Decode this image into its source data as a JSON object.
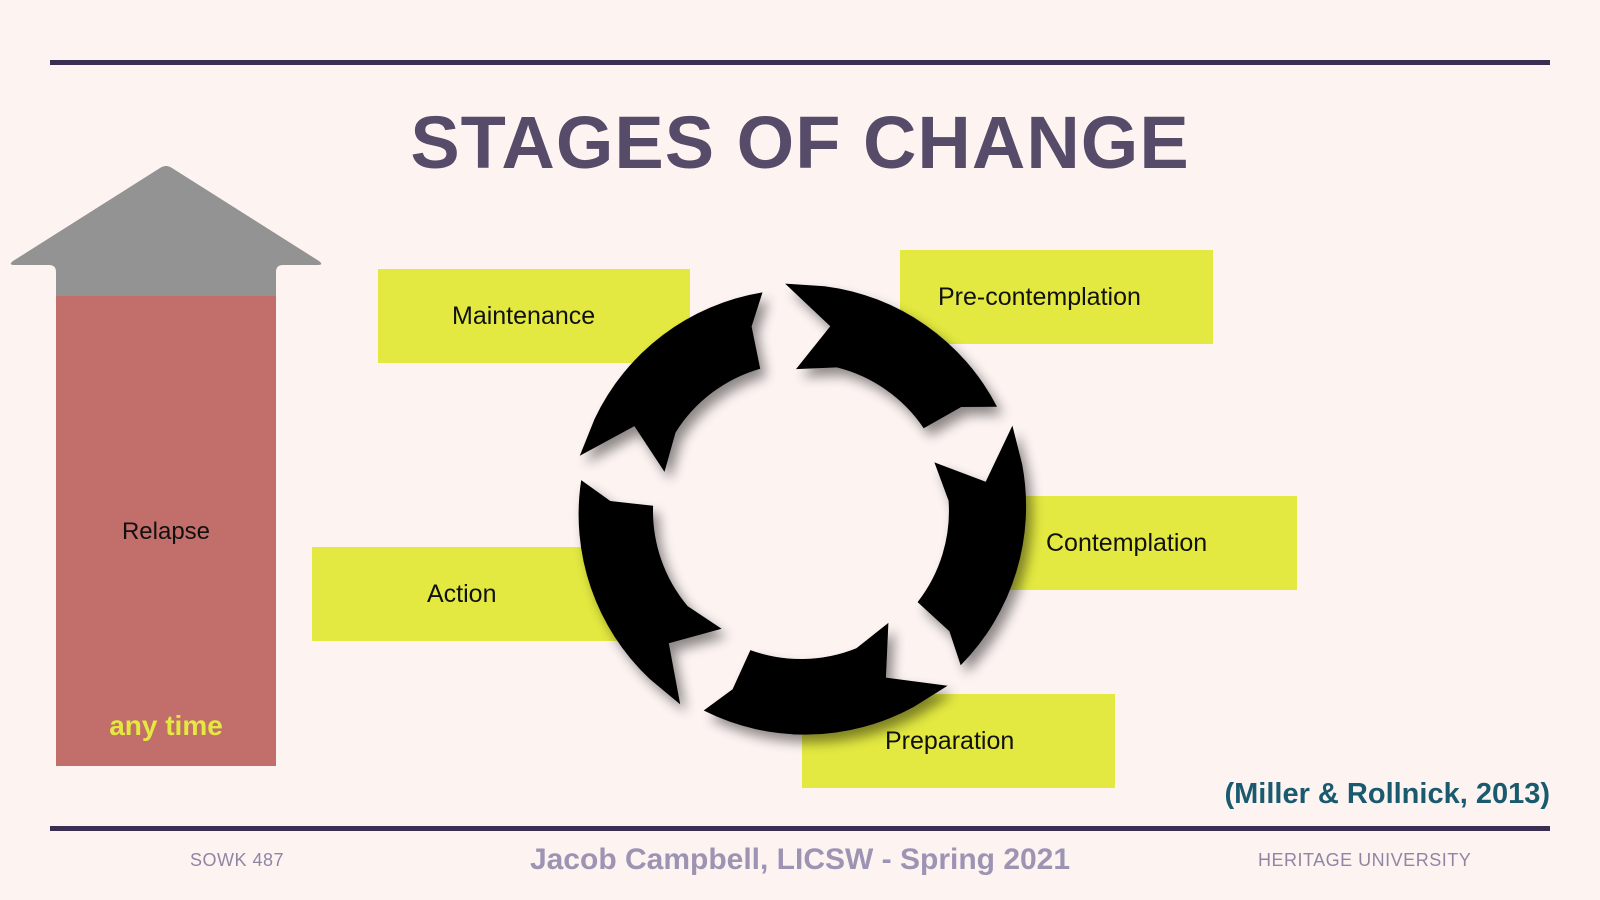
{
  "slide": {
    "title": "STAGES OF CHANGE",
    "citation": "(Miller & Rollnick, 2013)"
  },
  "relapse": {
    "label": "Relapse",
    "sublabel": "any time",
    "colors": {
      "arrow_head": "#939393",
      "bar": "#c26e6a",
      "sublabel": "#e3e940"
    }
  },
  "stages": [
    {
      "id": "precontemplation",
      "label": "Pre-contemplation"
    },
    {
      "id": "contemplation",
      "label": "Contemplation"
    },
    {
      "id": "preparation",
      "label": "Preparation"
    },
    {
      "id": "action",
      "label": "Action"
    },
    {
      "id": "maintenance",
      "label": "Maintenance"
    }
  ],
  "cycle": {
    "icon": "circular-arrows-icon",
    "segments": 5,
    "direction": "counterclockwise",
    "color": "#000000"
  },
  "colors": {
    "background": "#fdf4f2",
    "stage_box": "#e3e940",
    "title": "#564b68",
    "rule": "#3a2f52",
    "citation": "#1a5a6e",
    "footer": "#9d93b3"
  },
  "footer": {
    "course": "SOWK 487",
    "presenter": "Jacob Campbell, LICSW - Spring 2021",
    "institution": "HERITAGE UNIVERSITY"
  }
}
